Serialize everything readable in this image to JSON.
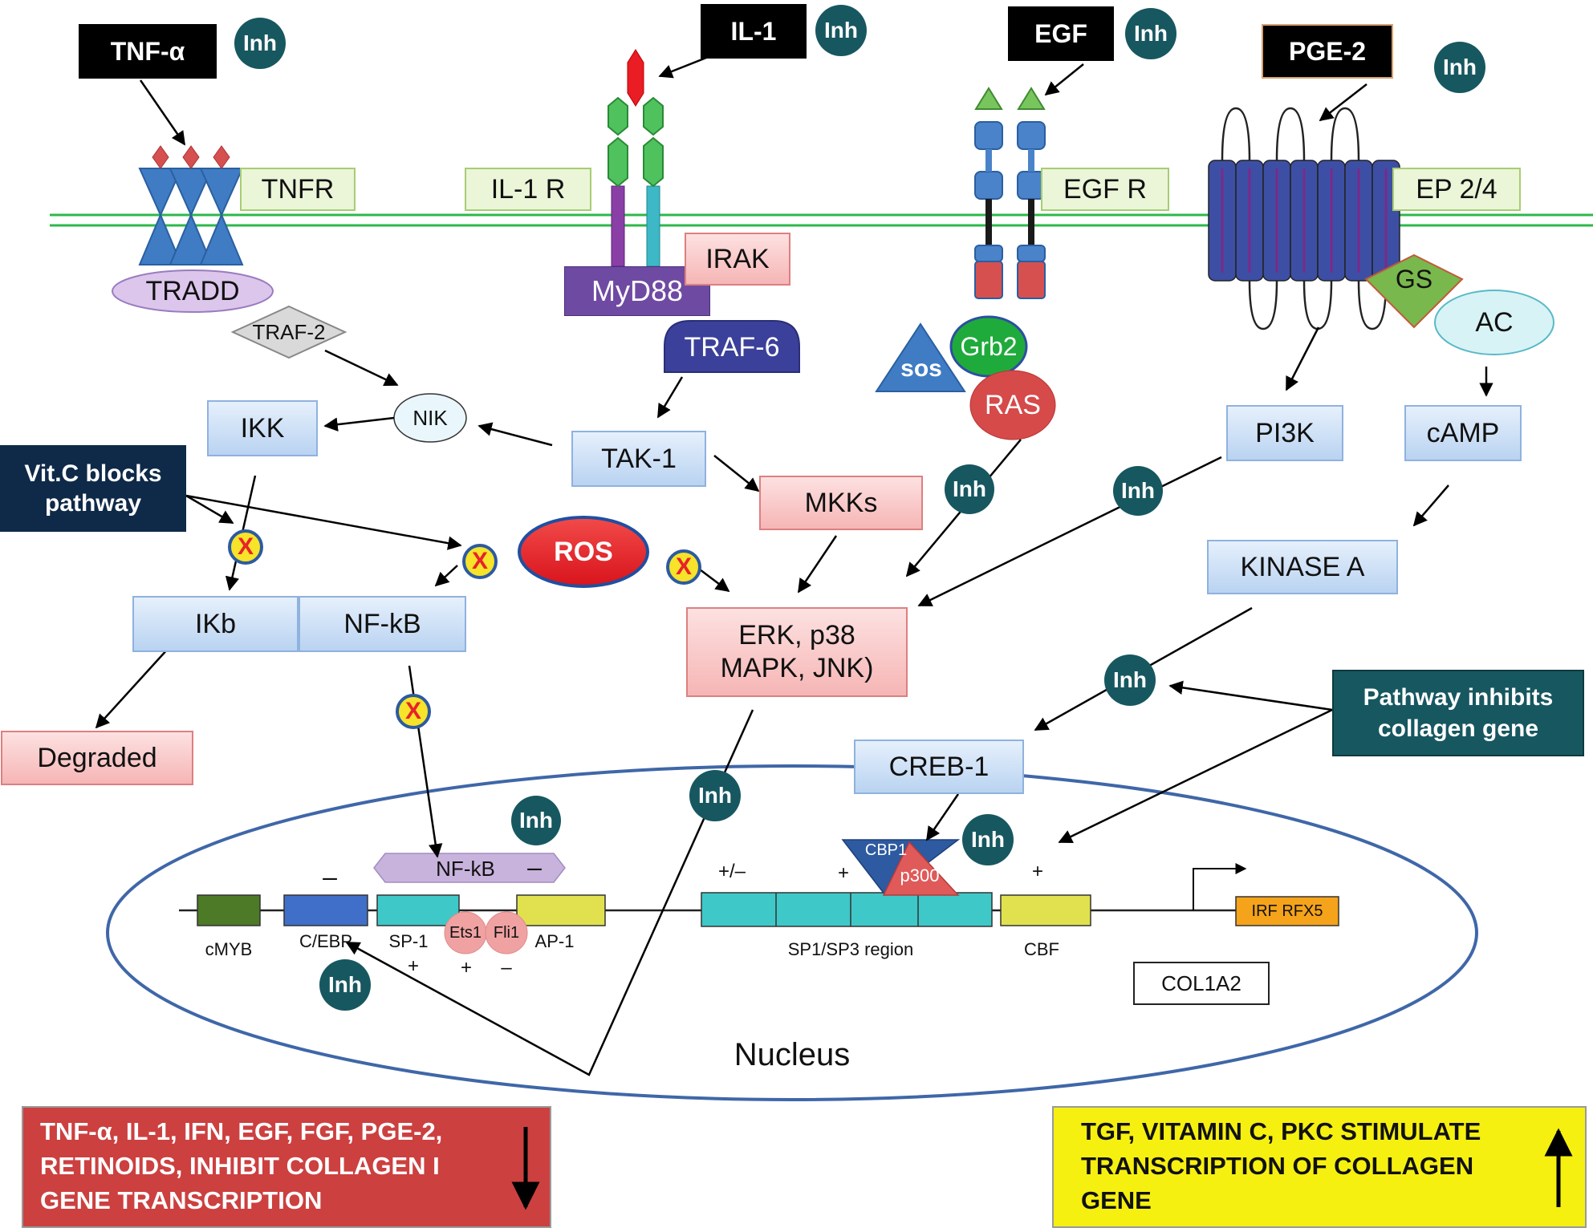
{
  "ligands": {
    "tnf": "TNF-α",
    "il1": "IL-1",
    "egf": "EGF",
    "pge2": "PGE-2"
  },
  "receptors": {
    "tnfr": "TNFR",
    "il1r": "IL-1 R",
    "egfr": "EGF R",
    "ep24": "EP 2/4"
  },
  "inhibitor": "Inh",
  "blocker": "X",
  "nodes": {
    "tradd": "TRADD",
    "traf2": "TRAF-2",
    "myd88": "MyD88",
    "irak": "IRAK",
    "traf6": "TRAF-6",
    "grb2": "Grb2",
    "sos": "sos",
    "ras": "RAS",
    "gs": "GS",
    "ac": "AC",
    "nik": "NIK",
    "ikk": "IKK",
    "tak1": "TAK-1",
    "mkks": "MKKs",
    "pi3k": "PI3K",
    "camp": "cAMP",
    "ros": "ROS",
    "kinase_a": "KINASE A",
    "ikb": "IKb",
    "nfkb": "NF-kB",
    "erk_line1": "ERK, p38",
    "erk_line2": "MAPK, JNK)",
    "degraded": "Degraded",
    "creb1": "CREB-1"
  },
  "callouts": {
    "vitc_line1": "Vit.C blocks",
    "vitc_line2": "pathway",
    "pathway_line1": "Pathway inhibits",
    "pathway_line2": "collagen gene"
  },
  "nucleus": {
    "label": "Nucleus",
    "nfkb_bar": "NF-kB",
    "cbp1": "CBP1",
    "p300": "p300",
    "ets1": "Ets1",
    "fli1": "Fli1",
    "irf": "IRF RFX5",
    "col1a2": "COL1A2",
    "elements": {
      "cmyb": "cMYB",
      "cebp": "C/EBP",
      "sp1": "SP-1",
      "ap1": "AP-1",
      "sp1sp3": "SP1/SP3 region",
      "cbf": "CBF"
    },
    "signs": {
      "minus": "–",
      "plus": "+",
      "plusminus": "+/–"
    }
  },
  "legend": {
    "inhibit_lines": [
      "TNF-α, IL-1, IFN, EGF, FGF, PGE-2,",
      "RETINOIDS, INHIBIT COLLAGEN I",
      "GENE TRANSCRIPTION"
    ],
    "stimulate_lines": [
      "TGF, VITAMIN C, PKC STIMULATE",
      "TRANSCRIPTION OF COLLAGEN",
      "GENE"
    ]
  },
  "colors": {
    "membrane": "#2db84a",
    "inh_circle": "#175760",
    "tnfr_blue": "#3f7cc4",
    "ros_red": "#e8222a",
    "nucleus_outline": "#3f67a8",
    "legend_red": "#cc4040",
    "legend_yellow": "#f6f011"
  }
}
